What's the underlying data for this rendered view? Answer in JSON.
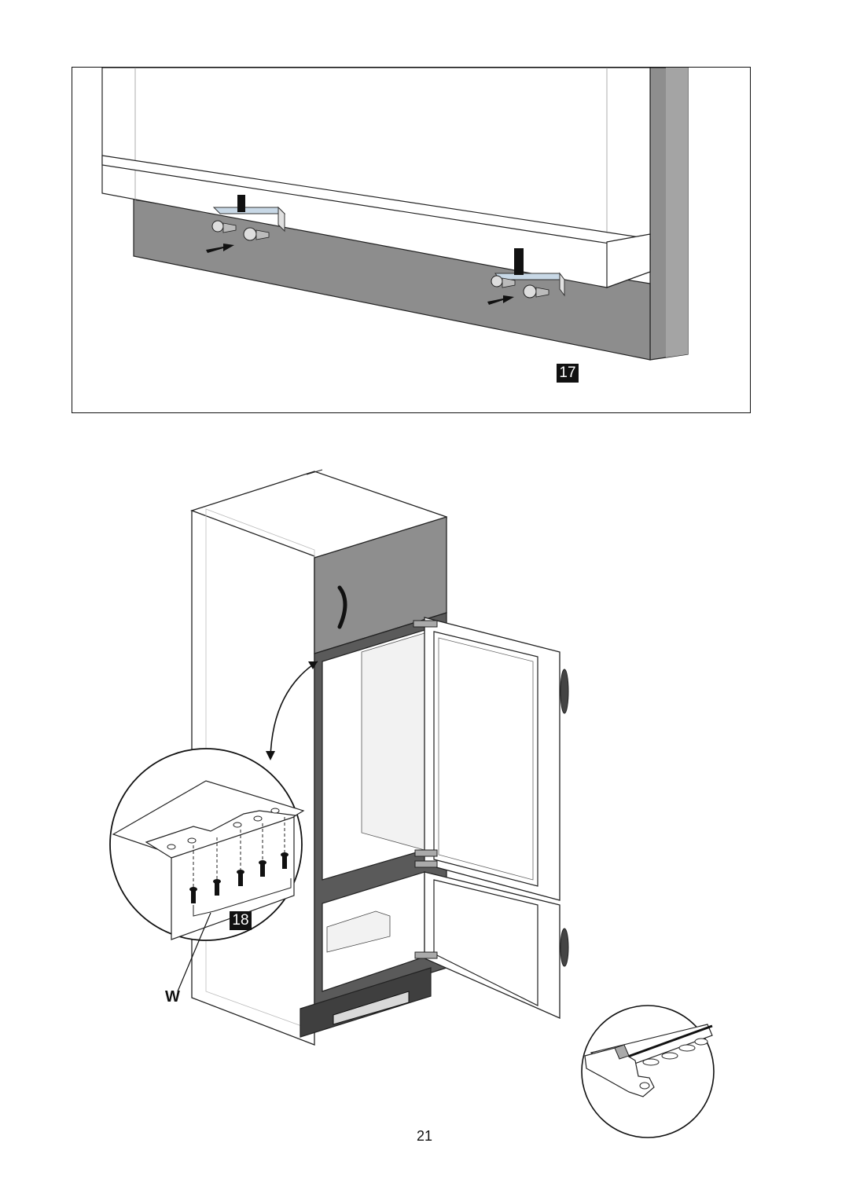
{
  "figures": {
    "fig17_label": "17",
    "fig18_label": "18",
    "wall_label": "W"
  },
  "page_number": "21",
  "colors": {
    "wall_gray": "#8c8c8c",
    "door_gray": "#939393",
    "dark_edge": "#555555",
    "plinth": "#3f3f3f",
    "line": "#111111"
  },
  "icons": [
    "mounting-bracket-icon",
    "screw-icon",
    "push-arrow-icon",
    "handle-icon",
    "hinge-icon"
  ]
}
